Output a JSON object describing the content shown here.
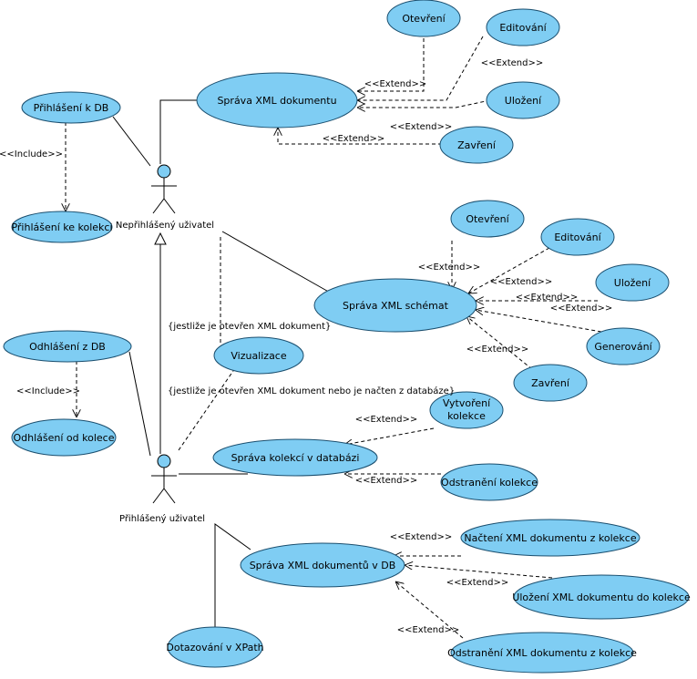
{
  "use_cases": {
    "otevreni_doc": "Otevření",
    "editovani_doc": "Editování",
    "ulozeni_doc": "Uložení",
    "zavreni_doc": "Zavření",
    "sprava_xml_dokumentu": "Správa XML dokumentu",
    "prihlaseni_k_db": "Přihlášení k DB",
    "prihlaseni_ke_kolekci": "Přihlášení ke kolekci",
    "otevreni_sch": "Otevření",
    "editovani_sch": "Editování",
    "ulozeni_sch": "Uložení",
    "generovani": "Generování",
    "zavreni_sch": "Zavření",
    "sprava_xml_schemat": "Správa XML schémat",
    "vizualizace": "Vizualizace",
    "odhlaseni_z_db": "Odhlášení z DB",
    "odhlaseni_od_kolece": "Odhlášení od kolece",
    "vytvoreni_kolekce_1": "Vytvoření",
    "vytvoreni_kolekce_2": "kolekce",
    "sprava_kolekci": "Správa kolekcí v databázi",
    "odstraneni_kolekce": "Odstranění kolekce",
    "nacteni_xml": "Načtení XML dokumentu z kolekce",
    "sprava_xml_dokumentu_db": "Správa XML dokumentů v DB",
    "ulozeni_xml_do_kolekce": "Uložení XML dokumentu do kolekce",
    "odstraneni_xml_z_kolekce": "Odstranění XML dokumentu z kolekce",
    "dotazovani_xpath": "Dotazování v XPath"
  },
  "actors": {
    "neprihlaseny": "Nepřihlášený uživatel",
    "prihlaseny": "Přihlášený uživatel"
  },
  "stereotypes": {
    "extend": "<<Extend>>",
    "include": "<<Include>>"
  },
  "notes": {
    "condition_1": "{jestliže je otevřen XML dokument}",
    "condition_2": "{jestliže je otevřen XML dokument  nebo je načten z databáze}"
  },
  "colors": {
    "use_case_fill": "#7fcdf3",
    "use_case_stroke": "#1a4e6e"
  }
}
